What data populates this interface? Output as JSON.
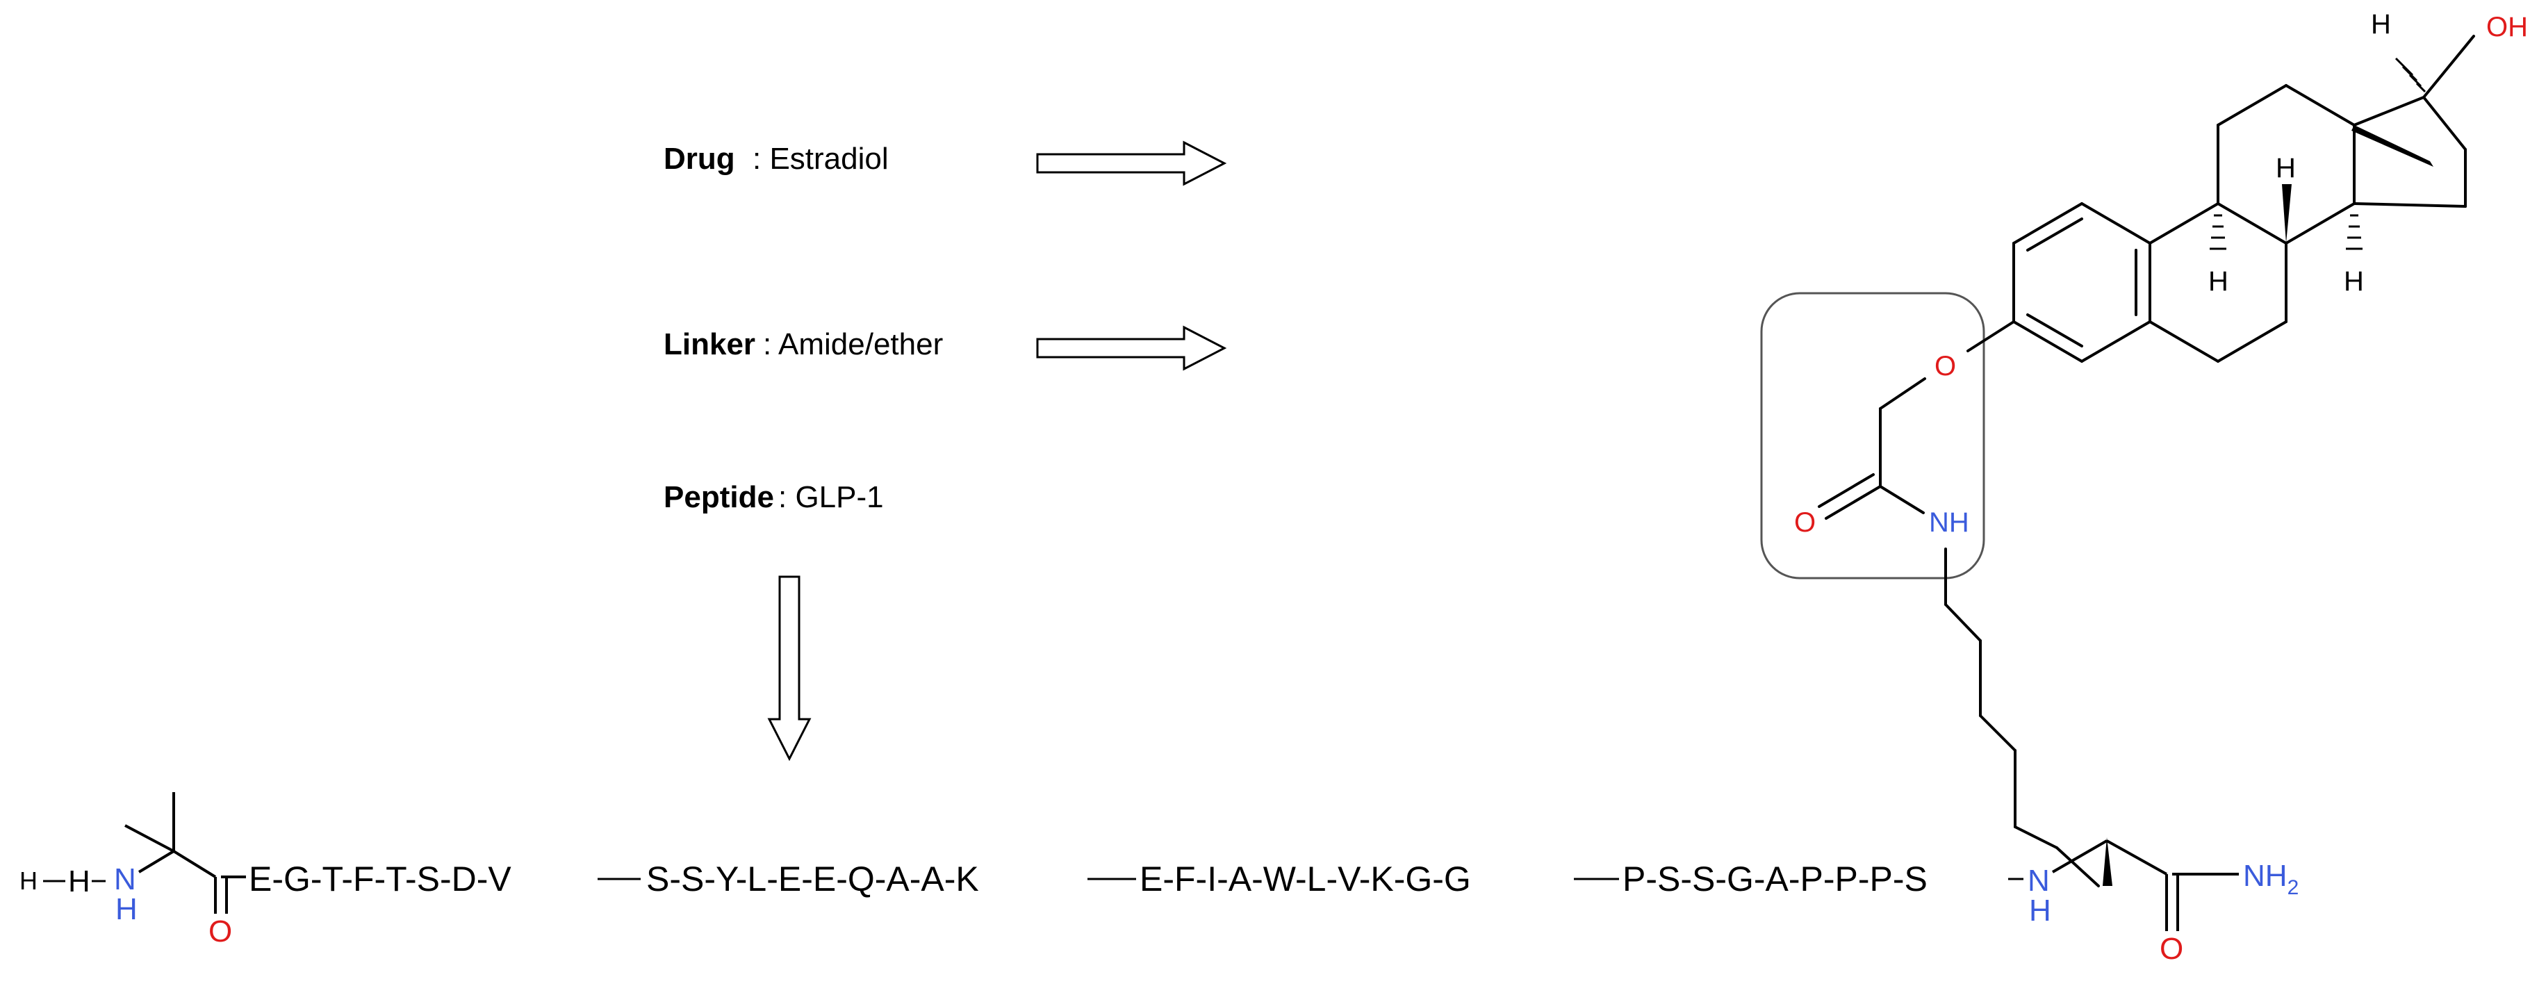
{
  "labels": {
    "drug_key": "Drug",
    "drug_value": ": Estradiol",
    "linker_key": "Linker",
    "linker_value": ": Amide/ether",
    "peptide_key": "Peptide",
    "peptide_value": ": GLP-1"
  },
  "atoms": {
    "oh": "OH",
    "h_top": "H",
    "h_mid": "H",
    "h_left": "H",
    "h_right": "H",
    "ether_o": "O",
    "amide_o": "O",
    "amide_nh": "NH",
    "n_term_h": "H",
    "n_term_n": "N",
    "n_term_nh": "H",
    "aib_o": "O",
    "lys_n": "N",
    "lys_nh": "H",
    "c_term_o": "O",
    "c_term_nh2": "NH",
    "c_term_sub": "2"
  },
  "sequence": {
    "seg1": "E-G-T-F-T-S-D-V",
    "seg2": "S-S-Y-L-E-E-Q-A-A-K",
    "seg3": "E-F-I-A-W-L-V-K-G-G",
    "seg4": "P-S-S-G-A-P-P-P-S"
  },
  "colors": {
    "nitrogen": "#3a5bdc",
    "oxygen": "#e01b1b",
    "bond": "#000000",
    "linker_box": "#555555"
  }
}
